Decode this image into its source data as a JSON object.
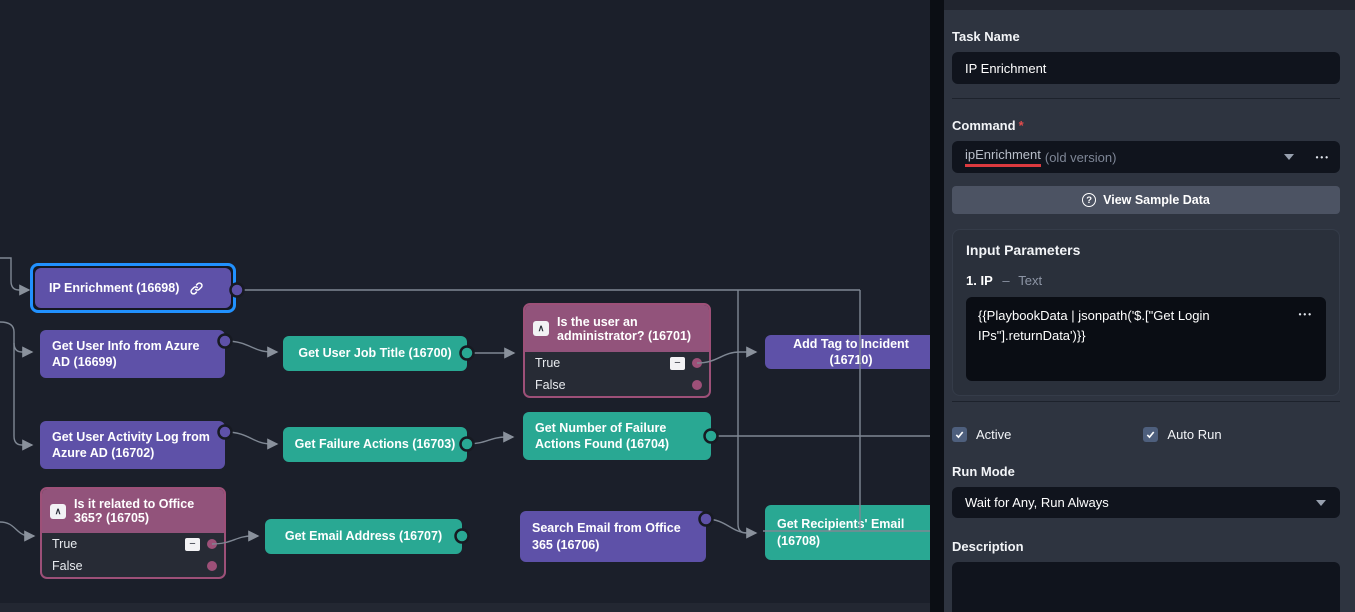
{
  "colors": {
    "node_purple": "#5e51a8",
    "node_teal": "#29a893",
    "condition_header": "#92537b",
    "condition_dot": "#9d5078",
    "selection_blue": "#2191ff",
    "underline_red": "#dd3a3f",
    "panel_bg": "#2e3440",
    "field_bg": "#10141d",
    "connector_gray": "#7f8793"
  },
  "icons": {
    "ellipsis": "•••",
    "collapse_caret": "∧",
    "collapse_minus": "−",
    "question": "?"
  },
  "canvas": {
    "nodes": [
      {
        "id": "ip-enrichment",
        "label": "IP Enrichment (16698)",
        "type": "purple",
        "selected": true
      },
      {
        "id": "get-user-info",
        "label": "Get User Info from Azure AD (16699)",
        "type": "purple"
      },
      {
        "id": "get-user-job-title",
        "label": "Get User Job Title (16700)",
        "type": "teal"
      },
      {
        "id": "cond-admin",
        "label": "Is the user an administrator? (16701)",
        "type": "condition",
        "branches": [
          "True",
          "False"
        ]
      },
      {
        "id": "add-tag",
        "label": "Add Tag to Incident (16710)",
        "type": "purple"
      },
      {
        "id": "get-activity-log",
        "label": "Get User Activity Log from Azure AD (16702)",
        "type": "purple"
      },
      {
        "id": "get-failure-actions",
        "label": "Get Failure Actions (16703)",
        "type": "teal"
      },
      {
        "id": "get-num-failure",
        "label": "Get Number of Failure Actions Found (16704)",
        "type": "teal"
      },
      {
        "id": "cond-office",
        "label": "Is it related to Office 365? (16705)",
        "type": "condition",
        "branches": [
          "True",
          "False"
        ]
      },
      {
        "id": "get-email-address",
        "label": "Get Email Address (16707)",
        "type": "teal"
      },
      {
        "id": "search-email",
        "label": "Search Email from Office 365 (16706)",
        "type": "purple"
      },
      {
        "id": "get-recipients",
        "label": "Get Recipients' Email (16708)",
        "type": "teal"
      }
    ]
  },
  "panel": {
    "task_name": {
      "label": "Task Name",
      "value": "IP Enrichment"
    },
    "command": {
      "label": "Command",
      "required_mark": "*",
      "value": "ipEnrichment",
      "suffix": "(old version)"
    },
    "view_sample_data_label": "View Sample Data",
    "input_parameters": {
      "title": "Input Parameters",
      "params": [
        {
          "index": "1.",
          "name": "IP",
          "dash": "–",
          "type": "Text",
          "value": "{{PlaybookData | jsonpath('$.[\"Get Login IPs\"].returnData')}}"
        }
      ]
    },
    "checkboxes": [
      {
        "label": "Active",
        "checked": true
      },
      {
        "label": "Auto Run",
        "checked": true
      }
    ],
    "run_mode": {
      "label": "Run Mode",
      "value": "Wait for Any, Run Always"
    },
    "description": {
      "label": "Description",
      "value": ""
    }
  }
}
